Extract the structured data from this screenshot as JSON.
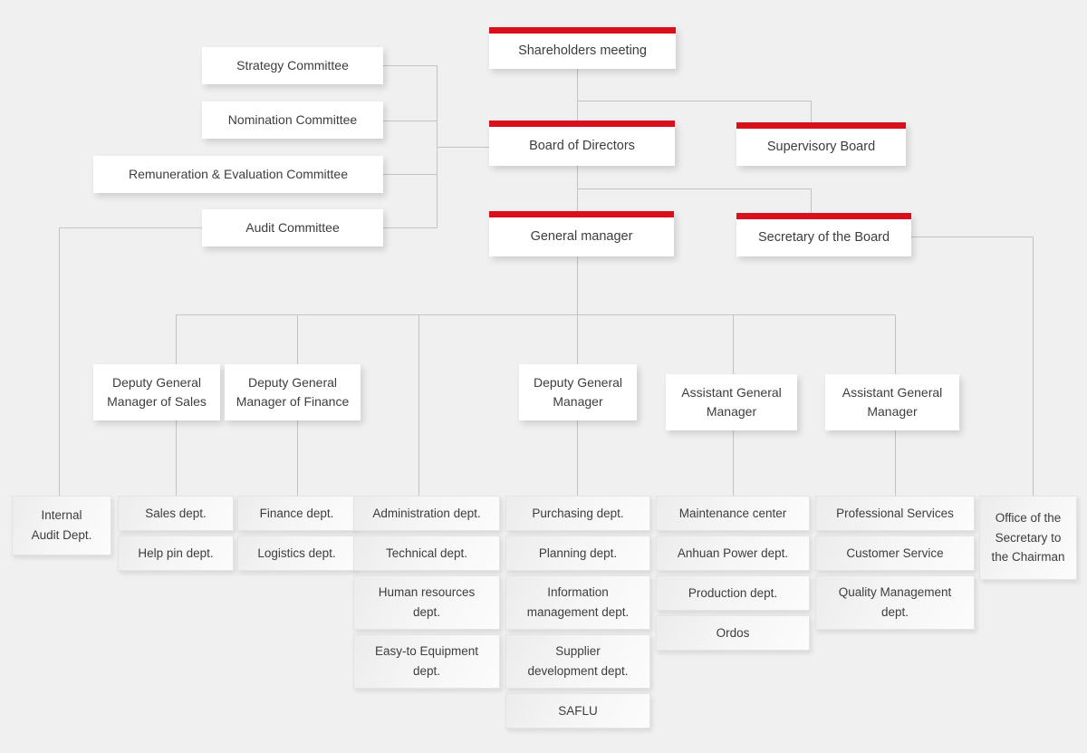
{
  "colors": {
    "background": "#f0f0f1",
    "connector": "#c3c3c3",
    "accent_red": "#d8101b",
    "text": "#3d3d3d"
  },
  "chart": {
    "type": "org-chart",
    "top": {
      "shareholders": "Shareholders meeting",
      "board": "Board of Directors",
      "supervisory": "Supervisory Board",
      "general_manager": "General manager",
      "secretary": "Secretary of the Board"
    },
    "committees": {
      "strategy": "Strategy Committee",
      "nomination": "Nomination Committee",
      "remuneration": "Remuneration & Evaluation Committee",
      "audit": "Audit Committee"
    },
    "management": {
      "dgm_sales": "Deputy General\nManager of Sales",
      "dgm_finance": "Deputy General\nManager of Finance",
      "dgm": "Deputy General\nManager",
      "agm1": "Assistant General\nManager",
      "agm2": "Assistant General\nManager"
    },
    "departments": {
      "internal_audit": "Internal\nAudit Dept.",
      "sales": "Sales dept.",
      "help_pin": "Help pin dept.",
      "finance": "Finance dept.",
      "logistics": "Logistics dept.",
      "administration": "Administration dept.",
      "technical": "Technical dept.",
      "human_resources": "Human resources\ndept.",
      "easy_to": "Easy-to Equipment\ndept.",
      "purchasing": "Purchasing dept.",
      "planning": "Planning dept.",
      "info_mgmt": "Information\nmanagement dept.",
      "supplier_dev": "Supplier\ndevelopment dept.",
      "saflu": "SAFLU",
      "maintenance": "Maintenance center",
      "anhuan": "Anhuan Power dept.",
      "production": "Production dept.",
      "ordos": "Ordos",
      "professional": "Professional Services",
      "customer": "Customer Service",
      "quality": "Quality Management\ndept.",
      "office": "Office of the\nSecretary to\nthe Chairman"
    }
  }
}
